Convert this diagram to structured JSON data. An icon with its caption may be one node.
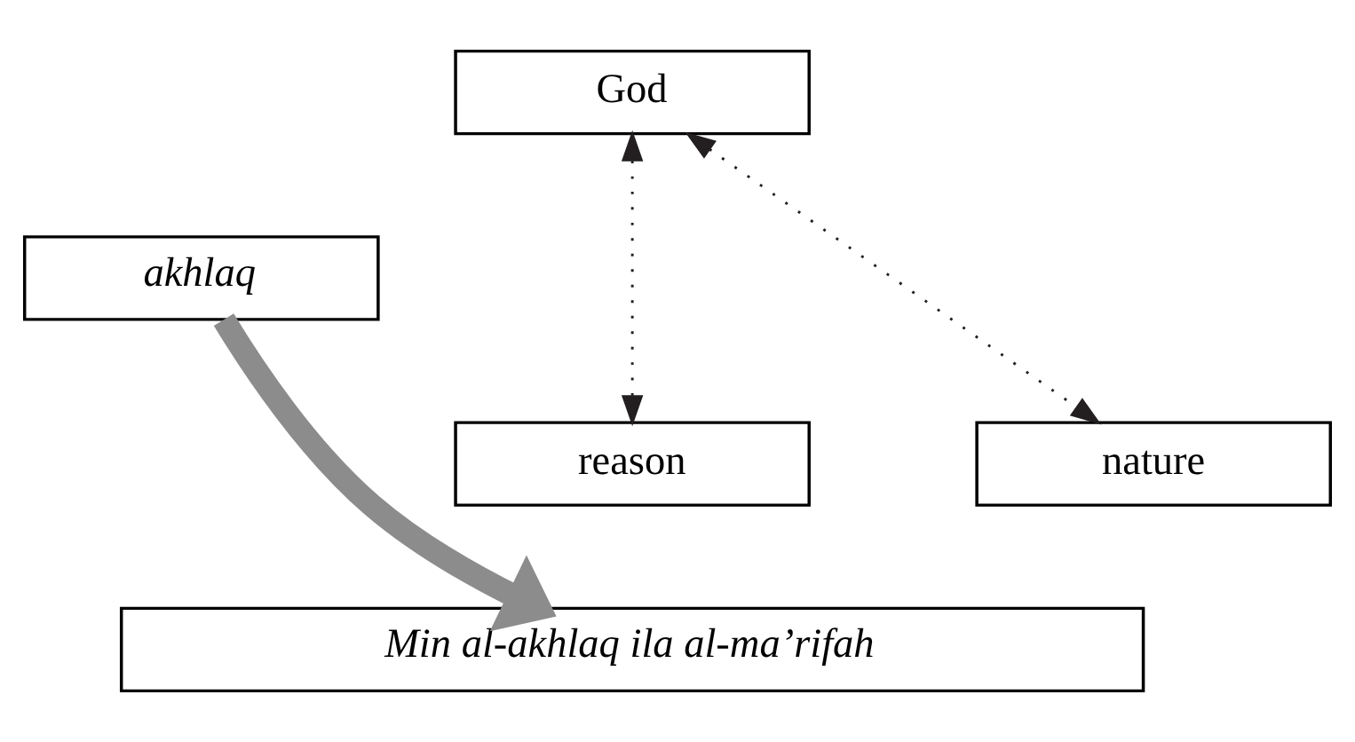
{
  "diagram": {
    "nodes": [
      {
        "text": [
          "God"
        ]
      },
      {
        "text": [
          "akhlaq"
        ]
      },
      {
        "text": [
          "reason"
        ]
      },
      {
        "text": [
          "nature"
        ]
      },
      {
        "text": [
          "Min al-akhlaq ila al-ma’rifah"
        ]
      }
    ],
    "edges": [
      {
        "from": 0,
        "to": 2,
        "arrow": "both",
        "style": "dashed"
      },
      {
        "from": 0,
        "to": 3,
        "arrow": "both",
        "style": "dashed"
      },
      {
        "from": 1,
        "to": 4,
        "arrow": "to",
        "style": "thick",
        "color": "#8c8c8c"
      }
    ]
  }
}
